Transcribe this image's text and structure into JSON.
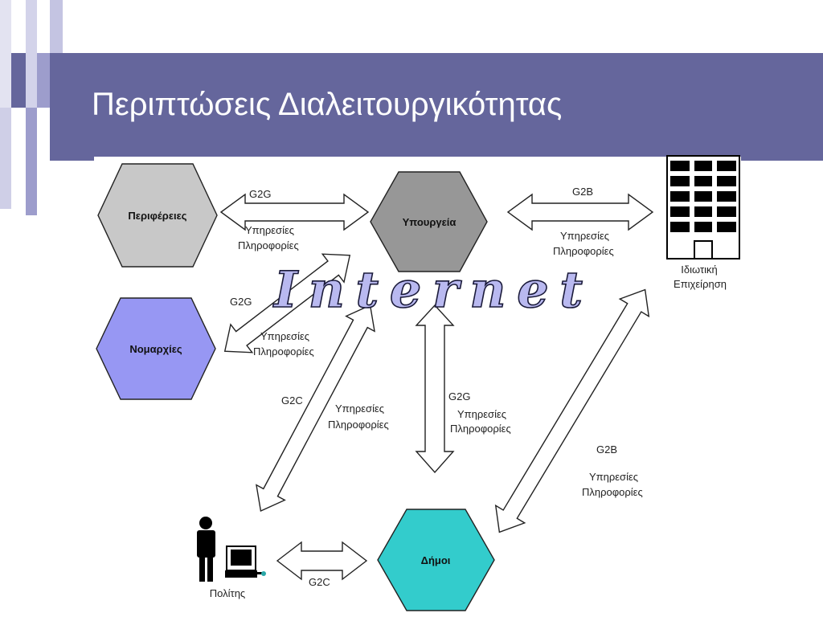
{
  "slide": {
    "title": "Περιπτώσεις Διαλειτουργικότητας"
  },
  "diagram": {
    "nodes": {
      "regions": {
        "label": "Περιφέρειες",
        "color": "#c8c8c8"
      },
      "ministries": {
        "label": "Υπουργεία",
        "color": "#979797"
      },
      "prefectures": {
        "label": "Νομαρχίες",
        "color": "#9797f3"
      },
      "municipalities": {
        "label": "Δήμοι",
        "color": "#33cccc"
      },
      "business": {
        "label_line1": "Ιδιωτική",
        "label_line2": "Επιχείρηση"
      },
      "citizen": {
        "label": "Πολίτης"
      }
    },
    "center_label": "Internet",
    "links": {
      "regions_ministries": {
        "type": "G2G",
        "line1": "Υπηρεσίες",
        "line2": "Πληροφορίες"
      },
      "ministries_business": {
        "type": "G2B",
        "line1": "Υπηρεσίες",
        "line2": "Πληροφορίες"
      },
      "prefectures_ministries": {
        "type": "G2G",
        "line1": "Υπηρεσίες",
        "line2": "Πληροφορίες"
      },
      "citizen_ministries": {
        "type": "G2C",
        "line1": "Υπηρεσίες",
        "line2": "Πληροφορίες"
      },
      "ministries_municipalities": {
        "type": "G2G",
        "line1": "Υπηρεσίες",
        "line2": "Πληροφορίες"
      },
      "business_municipalities": {
        "type": "G2B",
        "line1": "Υπηρεσίες",
        "line2": "Πληροφορίες"
      },
      "citizen_municipalities": {
        "type": "G2C"
      }
    }
  }
}
